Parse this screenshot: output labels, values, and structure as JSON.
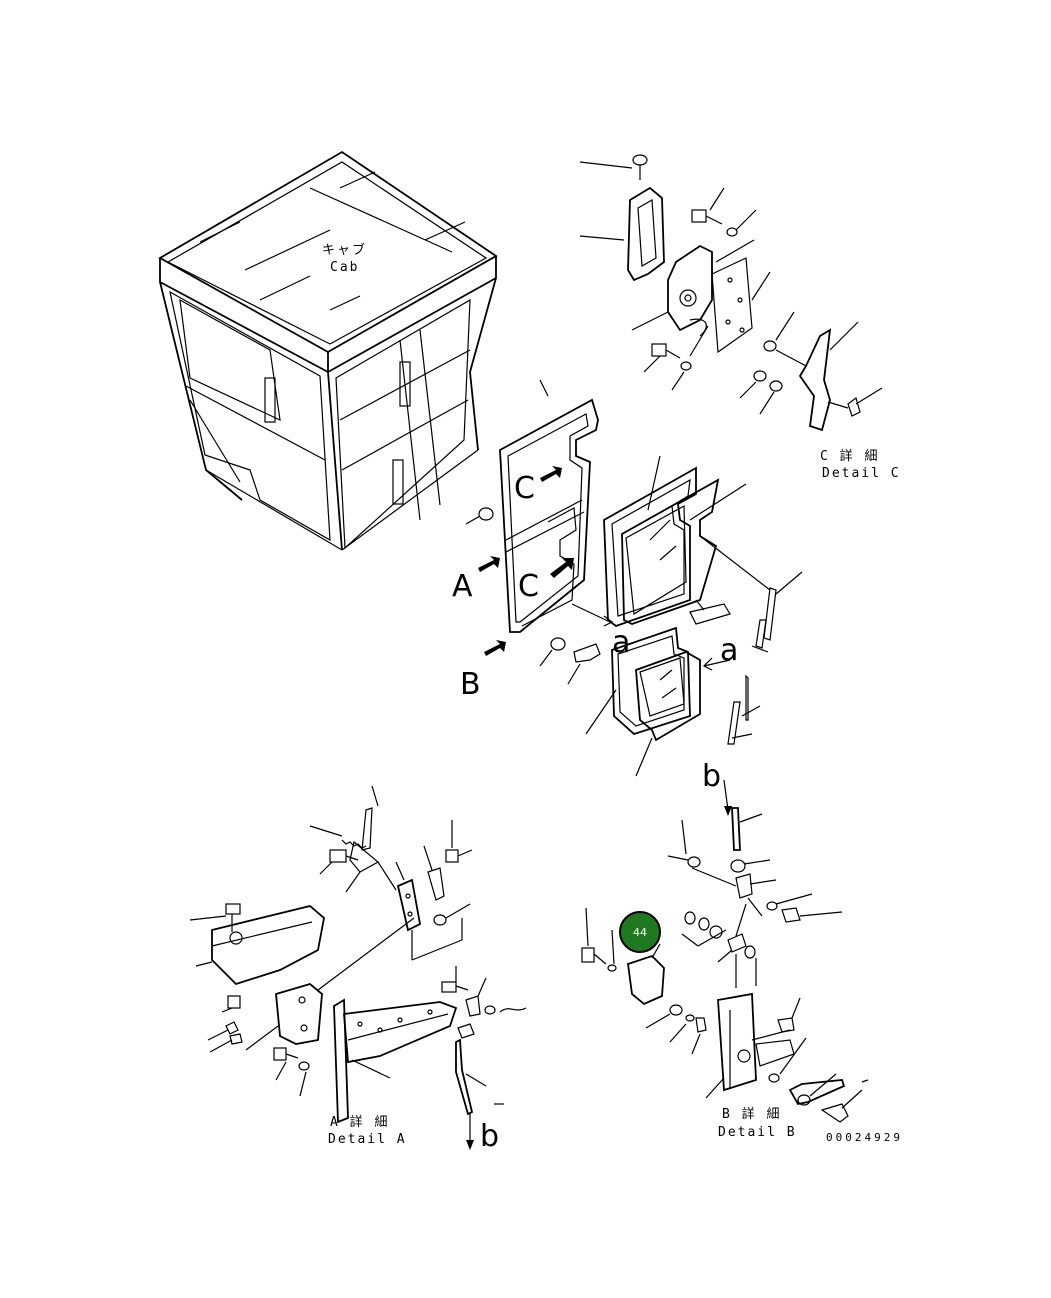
{
  "labels": {
    "cab_jp": "キャブ",
    "cab_en": "Cab",
    "detail_c_jp": "C 詳 細",
    "detail_c_en": "Detail C",
    "detail_a_jp": "A 詳 細",
    "detail_a_en": "Detail A",
    "detail_b_jp": "B 詳 細",
    "detail_b_en": "Detail B",
    "view_a": "A",
    "view_b": "B",
    "view_c1": "C",
    "view_c2": "C",
    "ref_a1": "a",
    "ref_a2": "a",
    "ref_b1": "b",
    "ref_b2": "b",
    "drawing_number": "00024929"
  },
  "callout": {
    "number": "44",
    "color": "#1f7a1f"
  }
}
